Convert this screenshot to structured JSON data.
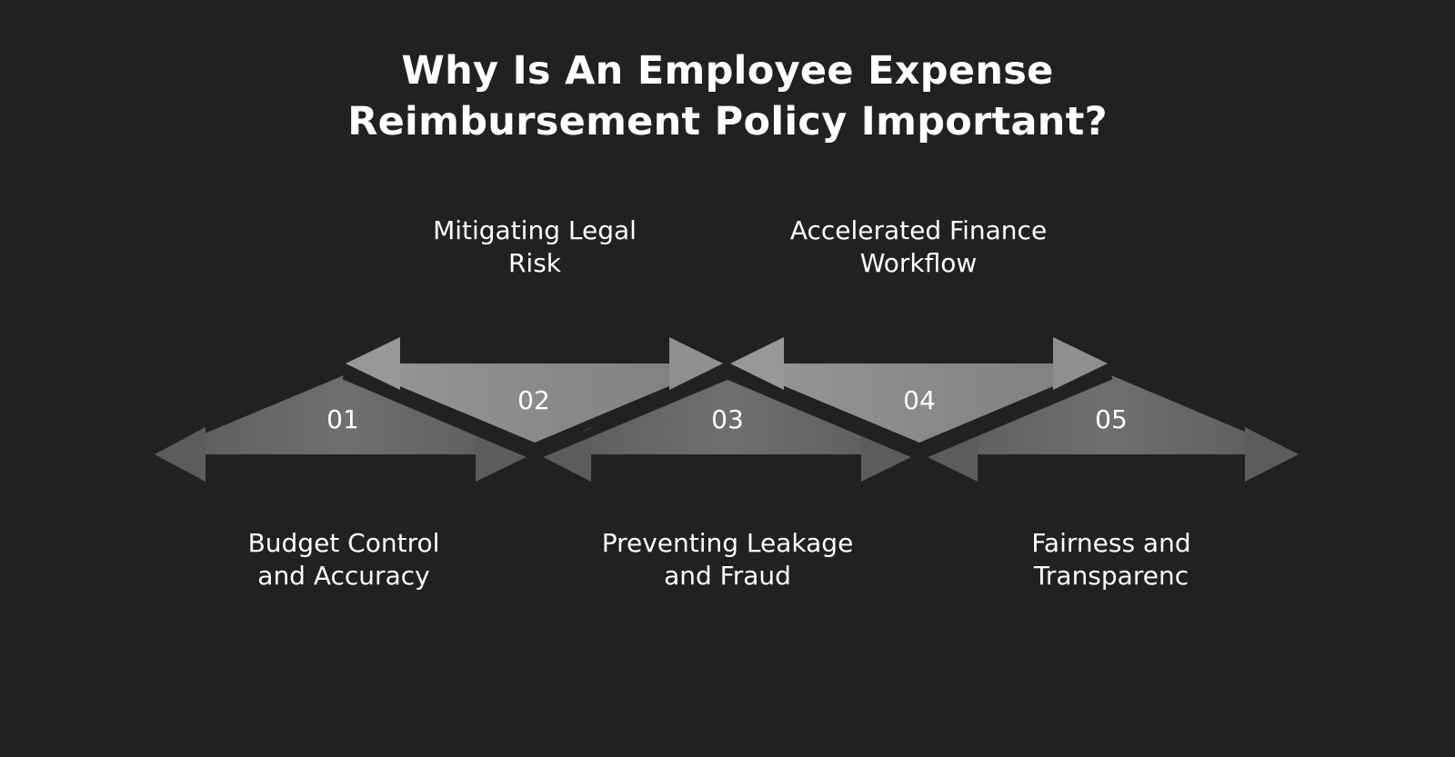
{
  "title": {
    "line1": "Why Is An Employee Expense",
    "line2": "Reimbursement Policy Important?"
  },
  "steps": [
    {
      "number": "01",
      "label": "Budget Control\nand Accuracy",
      "position": "bottom",
      "color": "#6e6e6e"
    },
    {
      "number": "02",
      "label": "Mitigating Legal\nRisk",
      "position": "top",
      "color": "#8f8f8f"
    },
    {
      "number": "03",
      "label": "Preventing Leakage\nand Fraud",
      "position": "bottom",
      "color": "#6e6e6e"
    },
    {
      "number": "04",
      "label": "Accelerated Finance\nWorkflow",
      "position": "top",
      "color": "#8f8f8f"
    },
    {
      "number": "05",
      "label": "Fairness and\nTransparenc",
      "position": "bottom",
      "color": "#6e6e6e"
    }
  ]
}
